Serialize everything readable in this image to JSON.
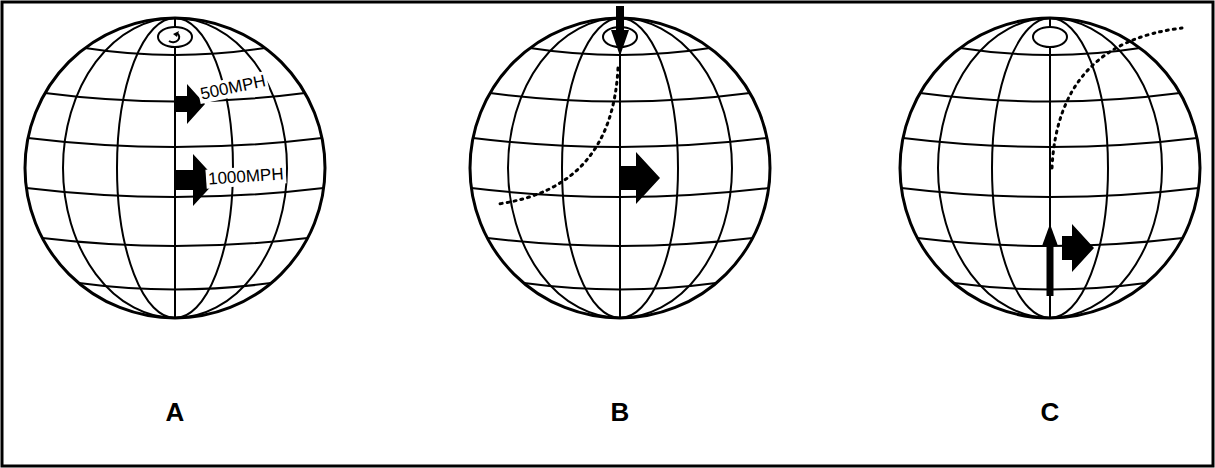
{
  "diagram": {
    "labels": [
      "500MPH",
      "1000MPH",
      "A",
      "B",
      "C"
    ]
  }
}
